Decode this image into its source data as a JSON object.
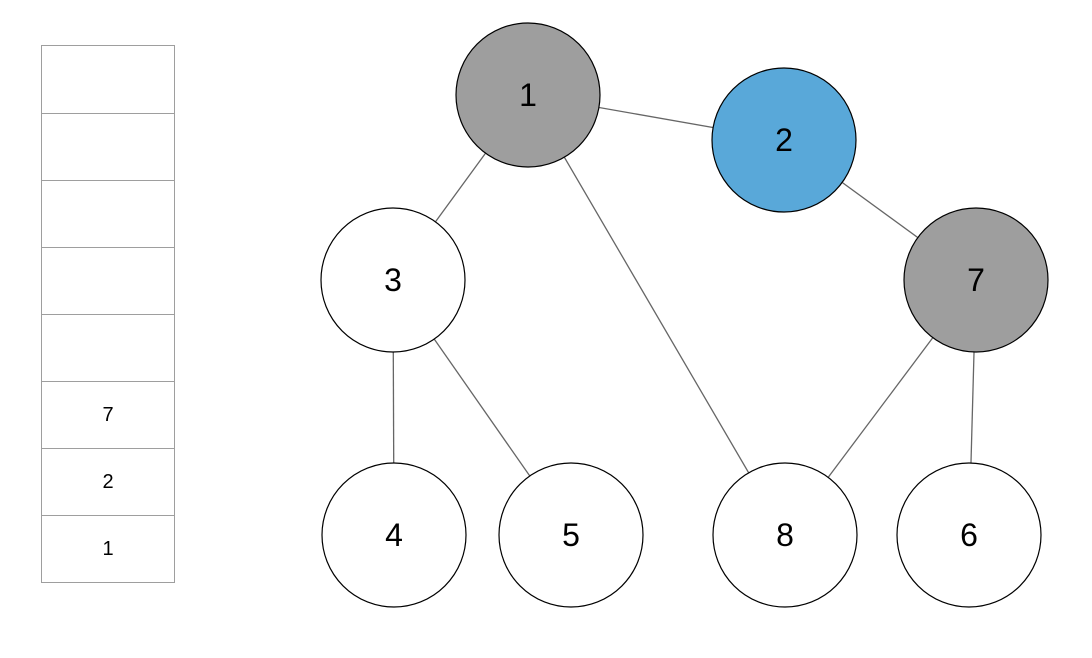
{
  "stack": {
    "cells": [
      "",
      "",
      "",
      "",
      "",
      "7",
      "2",
      "1"
    ]
  },
  "graph": {
    "colors": {
      "visited": "#9e9e9e",
      "current": "#59a8d9",
      "unvisited": "#ffffff",
      "edge": "#666666"
    },
    "nodes": [
      {
        "id": "1",
        "label": "1",
        "state": "visited"
      },
      {
        "id": "2",
        "label": "2",
        "state": "current"
      },
      {
        "id": "3",
        "label": "3",
        "state": "unvisited"
      },
      {
        "id": "7",
        "label": "7",
        "state": "visited"
      },
      {
        "id": "4",
        "label": "4",
        "state": "unvisited"
      },
      {
        "id": "5",
        "label": "5",
        "state": "unvisited"
      },
      {
        "id": "8",
        "label": "8",
        "state": "unvisited"
      },
      {
        "id": "6",
        "label": "6",
        "state": "unvisited"
      }
    ],
    "edges": [
      [
        "1",
        "2"
      ],
      [
        "1",
        "3"
      ],
      [
        "1",
        "8"
      ],
      [
        "2",
        "7"
      ],
      [
        "3",
        "4"
      ],
      [
        "3",
        "5"
      ],
      [
        "7",
        "8"
      ],
      [
        "7",
        "6"
      ]
    ]
  }
}
